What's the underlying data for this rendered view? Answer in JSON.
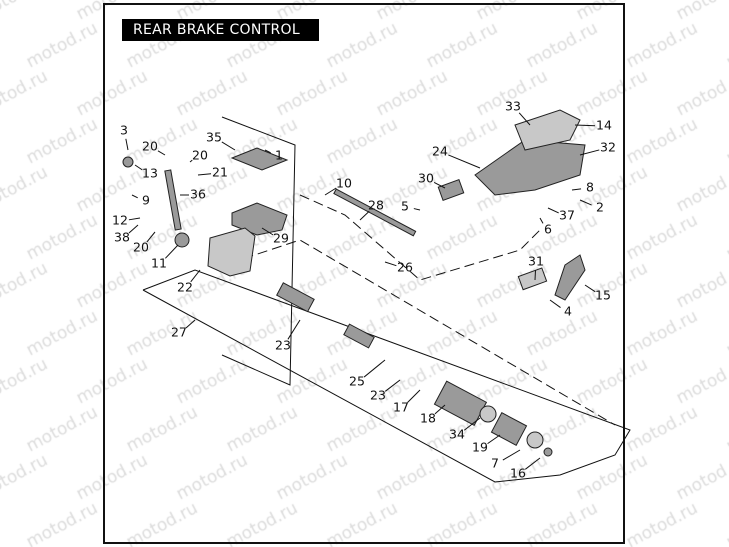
{
  "title": "REAR BRAKE CONTROL",
  "watermark": "motod.ru",
  "callouts": [
    "3",
    "20",
    "20",
    "21",
    "13",
    "36",
    "9",
    "12",
    "38",
    "20",
    "11",
    "35",
    "1",
    "29",
    "22",
    "27",
    "23",
    "25",
    "23",
    "17",
    "18",
    "34",
    "19",
    "7",
    "16",
    "10",
    "28",
    "5",
    "30",
    "24",
    "26",
    "33",
    "14",
    "32",
    "8",
    "2",
    "37",
    "6",
    "31",
    "15",
    "4"
  ]
}
